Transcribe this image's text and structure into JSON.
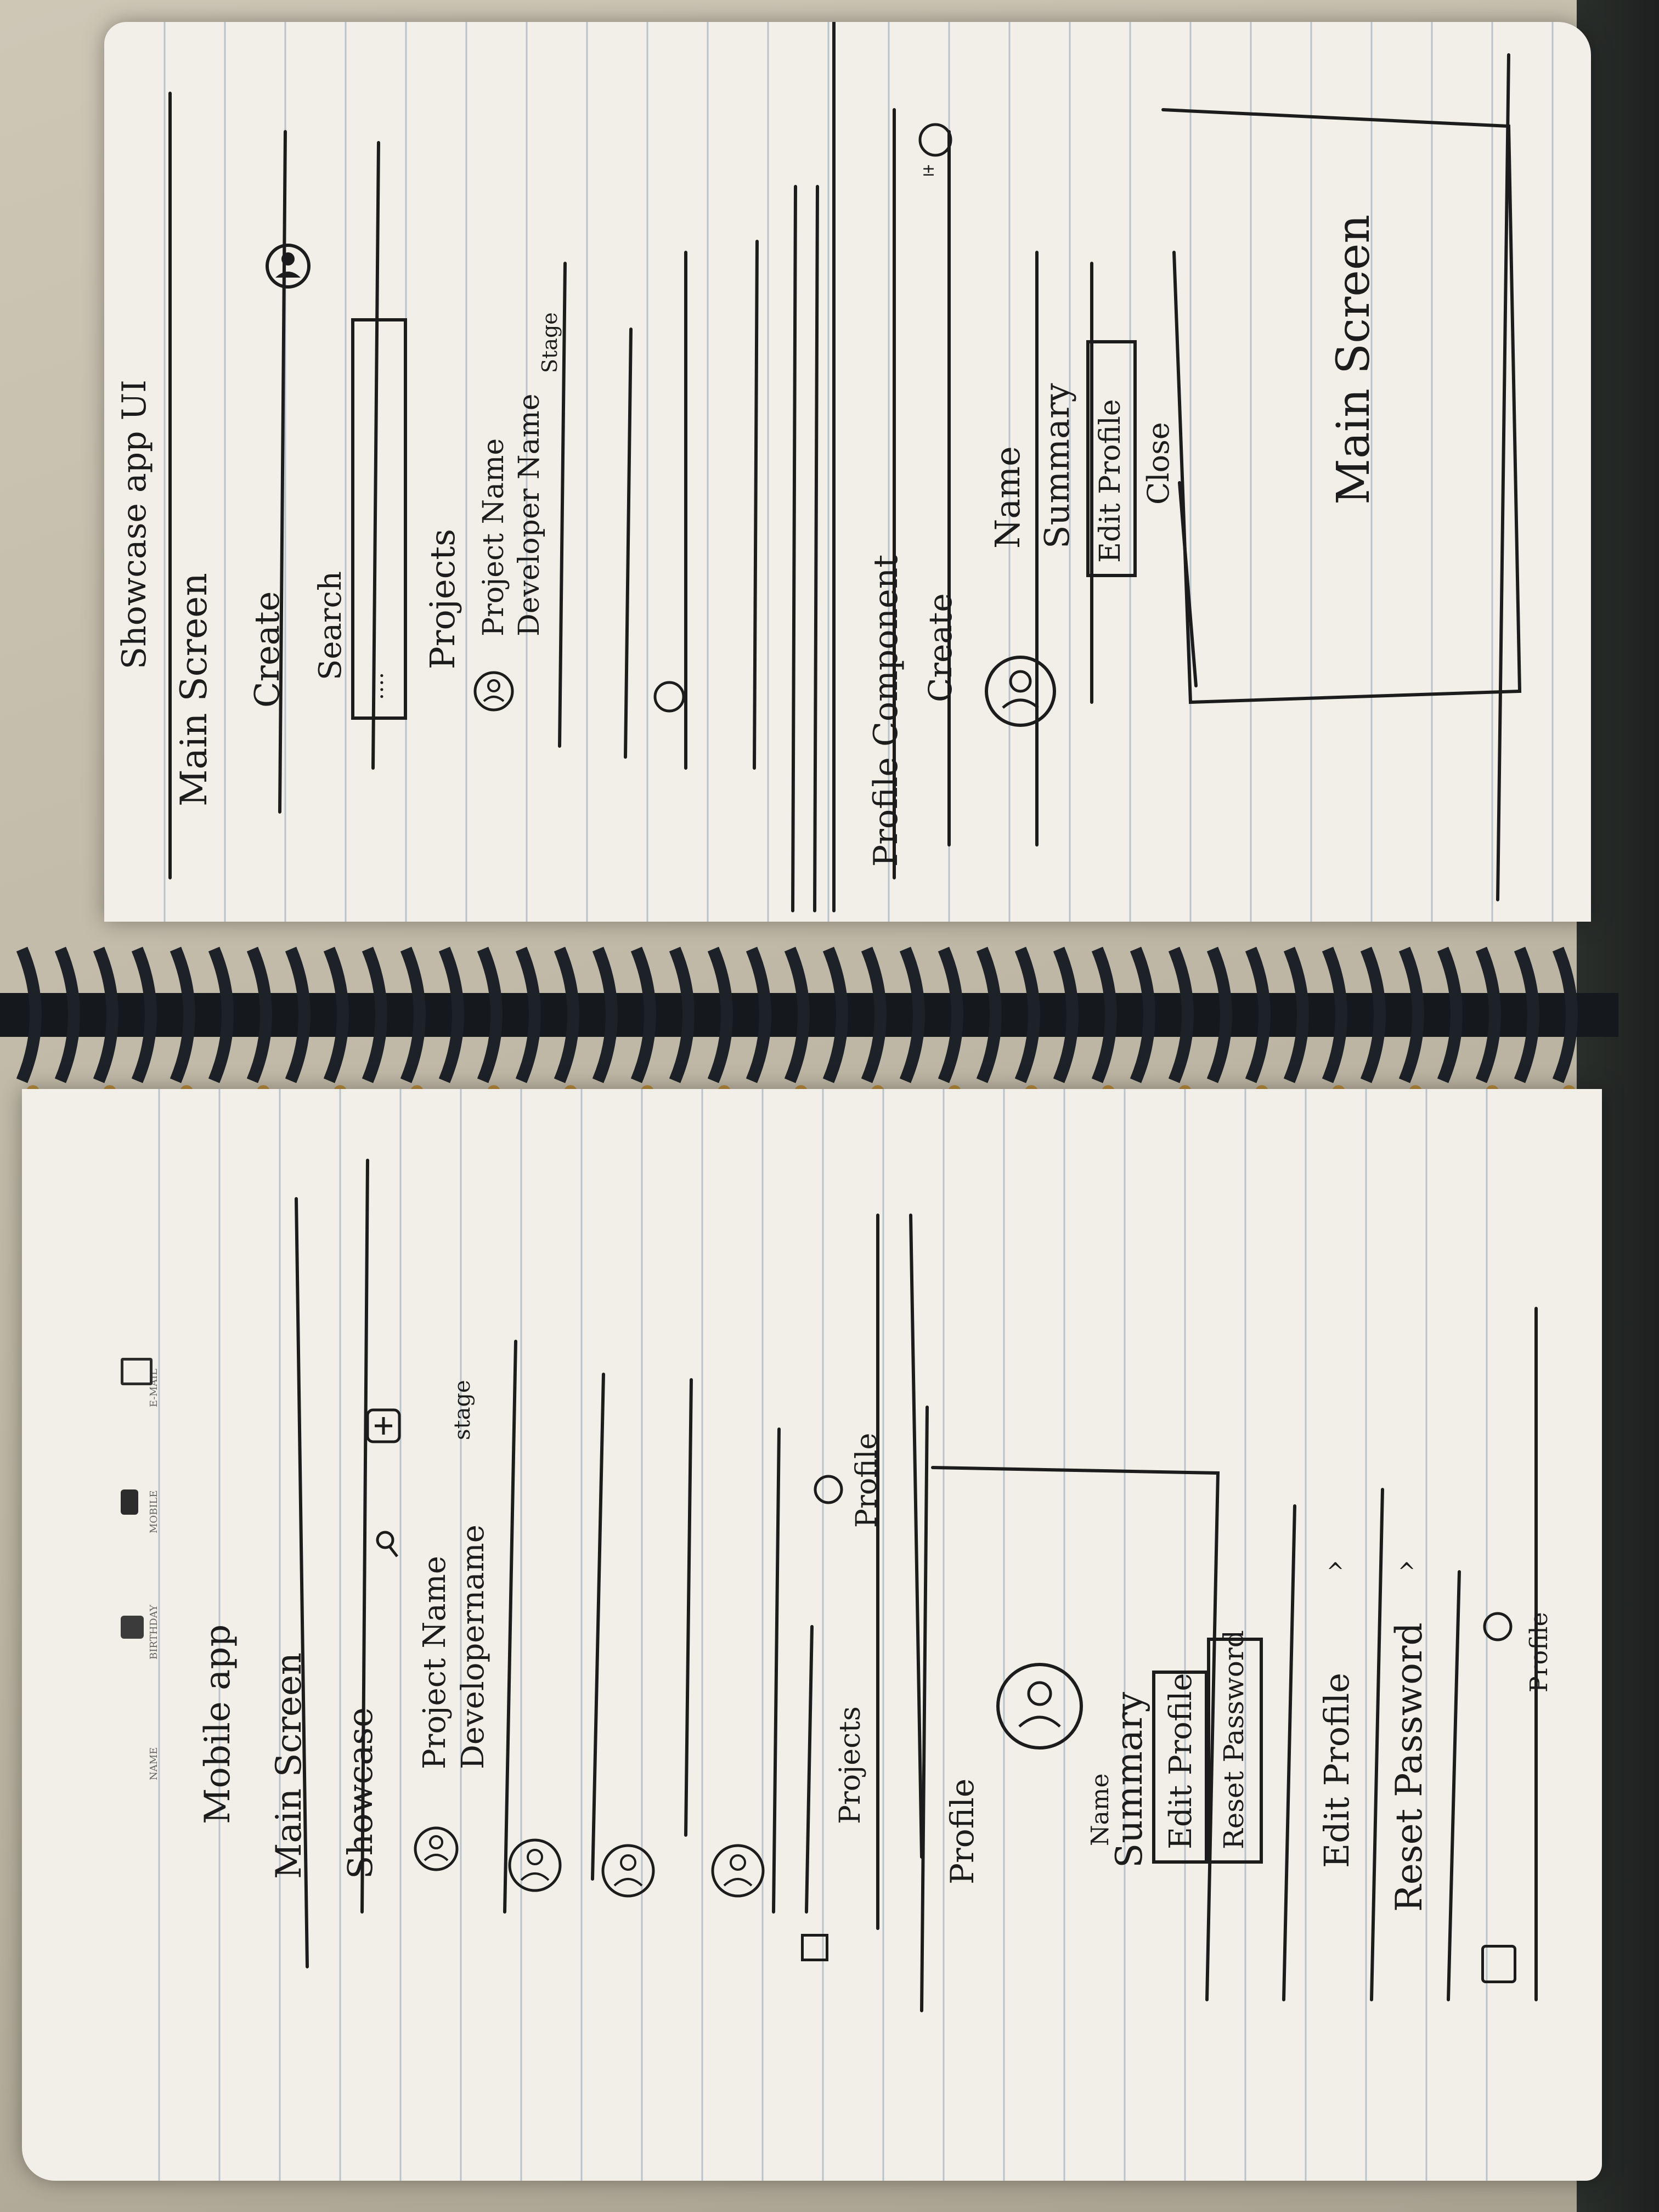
{
  "top_page": {
    "title": "Showcase app UI",
    "main_screen_label": "Main Screen",
    "create_label": "Create",
    "search_label": "Search",
    "search_value": "....",
    "projects_heading": "Projects",
    "project_name": "Project Name",
    "developer_name": "Developer Name",
    "stage_label": "Stage",
    "profile_component_label": "Profile Component",
    "profile_create_label": "Create",
    "profile_name": "Name",
    "profile_summary": "Summary",
    "edit_profile_button": "Edit Profile",
    "close_label": "Close",
    "right_panel_label": "Main Screen"
  },
  "bottom_page": {
    "header_fields": [
      "NAME",
      "BIRTHDAY",
      "MOBILE",
      "E-MAIL"
    ],
    "app_title": "Mobile app",
    "main_screen_label": "Main Screen",
    "showcase_label": "Showcase",
    "project_name": "Project Name",
    "developer_name": "Developername",
    "stage_label": "stage",
    "nav_projects": "Projects",
    "nav_profile": "Profile",
    "profile_heading": "Profile",
    "profile_name": "Name",
    "profile_summary": "Summary",
    "edit_profile_button": "Edit Profile",
    "reset_password_button": "Reset Password",
    "edit_profile_row": "Edit Profile",
    "reset_password_row": "Reset Password",
    "bottom_profile_label": "Profile"
  }
}
